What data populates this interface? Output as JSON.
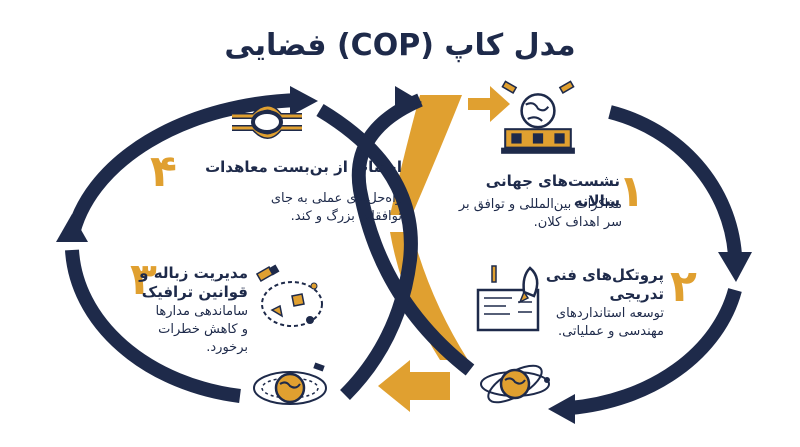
{
  "title": "مدل کاپ (COP) فضایی",
  "steps": [
    {
      "number": "۱",
      "title": "نشست‌های جهانی سالانه",
      "desc_lines": [
        "مذاکرات بین‌المللی و توافق بر",
        "سر اهداف کلان."
      ]
    },
    {
      "number": "۲",
      "title_lines": [
        "پروتکل‌های فنی",
        "تدریجی"
      ],
      "desc_lines": [
        "توسعه استانداردهای",
        "مهندسی و عملیاتی."
      ]
    },
    {
      "number": "۳",
      "title_lines": [
        "مدیریت زباله و",
        "قوانین ترافیک"
      ],
      "desc_lines": [
        "ساماندهی مدارها",
        "و کاهش خطرات",
        "برخورد."
      ]
    },
    {
      "number": "۴",
      "title": "اجتناب از بن‌بست معاهدات",
      "desc_lines": [
        "راه‌حل‌های عملی به جای",
        "توافقات بزرگ و کند."
      ]
    }
  ],
  "colors": {
    "navy": "#1e2a4a",
    "gold": "#e0a030",
    "background": "#ffffff"
  },
  "icons": [
    "conference-globe-satellites-icon",
    "rocket-blueprint-icon",
    "orbit-debris-icon",
    "reef-knot-icon",
    "globe-orbit-icon"
  ]
}
